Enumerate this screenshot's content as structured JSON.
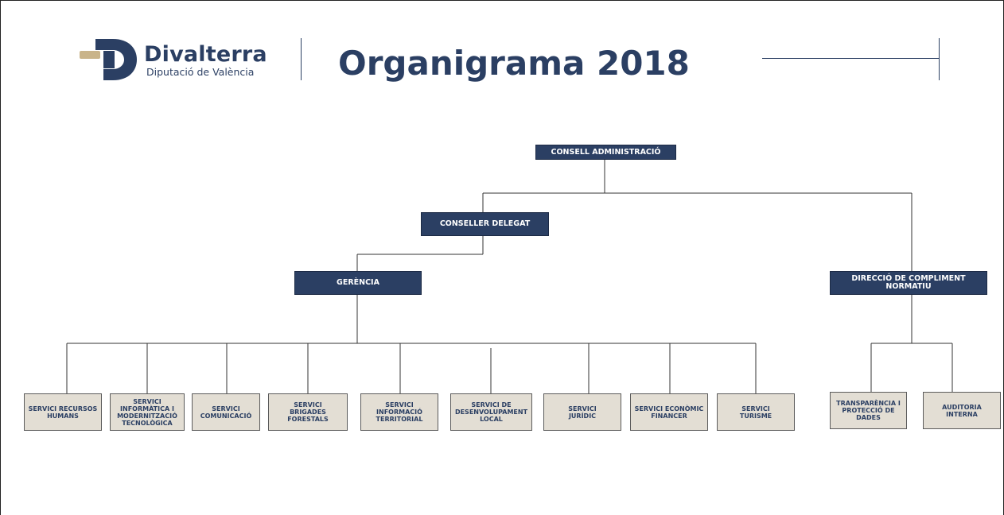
{
  "header": {
    "logo": {
      "name": "Divalterra",
      "subtitle": "Diputació de València"
    },
    "title": "Organigrama 2018"
  },
  "colors": {
    "brand_navy": "#2b3f63",
    "accent_tan": "#c9b48a",
    "node_light": "#e3ded4"
  },
  "org": {
    "consell": "CONSELL ADMINISTRACIÓ",
    "conseller": "CONSELLER DELEGAT",
    "gerencia": "GERÈNCIA",
    "direccio": "DIRECCIÓ DE COMPLIMENT NORMATIU",
    "serveis": [
      "SERVICI RECURSOS HUMANS",
      "SERVICI INFORMÀTICA I MODERNITZACIÓ TECNOLÒGICA",
      "SERVICI COMUNICACIÓ",
      "SERVICI BRIGADES FORESTALS",
      "SERVICI INFORMACIÓ TERRITORIAL",
      "SERVICI DE DESENVOLUPAMENT LOCAL",
      "SERVICI JURÍDIC",
      "SERVICI ECONÒMIC FINANCER",
      "SERVICI TURISME"
    ],
    "compliment": [
      "TRANSPARÈNCIA I PROTECCIÓ DE DADES",
      "AUDITORIA INTERNA"
    ]
  }
}
